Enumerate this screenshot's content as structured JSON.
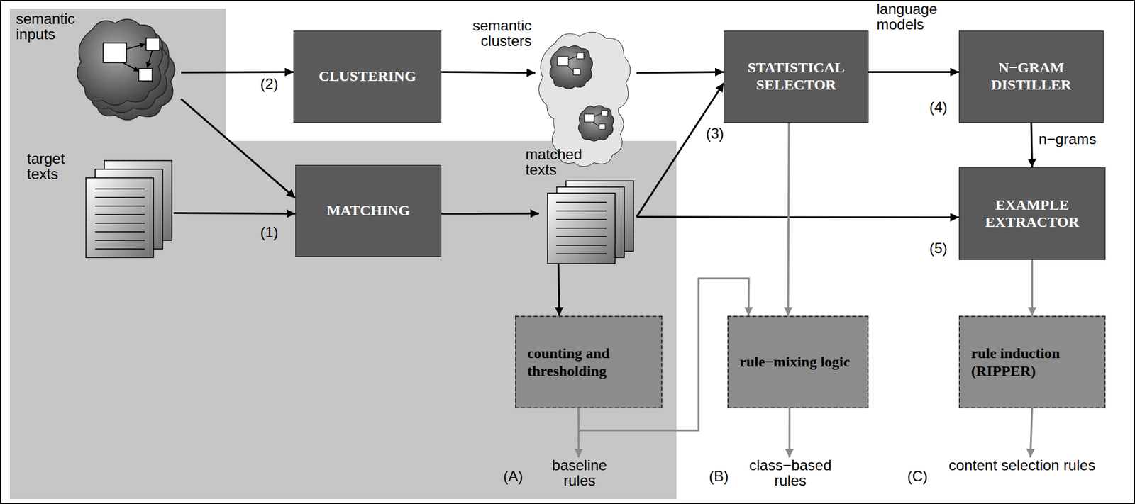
{
  "diagram": {
    "nodes": [
      {
        "text": [
          "semantic inputs"
        ]
      },
      {
        "text": [
          "CLUSTERING"
        ]
      },
      {
        "text": [
          "semantic clusters"
        ]
      },
      {
        "text": [
          "STATISTICAL SELECTOR"
        ]
      },
      {
        "text": [
          "N−GRAM DISTILLER"
        ]
      },
      {
        "text": [
          "target texts"
        ]
      },
      {
        "text": [
          "MATCHING"
        ]
      },
      {
        "text": [
          "matched texts"
        ]
      },
      {
        "text": [
          "EXAMPLE EXTRACTOR"
        ]
      },
      {
        "text": [
          "counting and thresholding"
        ]
      },
      {
        "text": [
          "rule−mixing logic"
        ]
      },
      {
        "text": [
          "rule induction (RIPPER)"
        ]
      },
      {
        "text": [
          "baseline rules"
        ]
      },
      {
        "text": [
          "class−based rules"
        ]
      },
      {
        "text": [
          "content selection rules"
        ]
      }
    ],
    "edges": [
      {
        "from": 0,
        "to": 1,
        "arrow": "to"
      },
      {
        "from": 0,
        "to": 6,
        "arrow": "to"
      },
      {
        "from": 5,
        "to": 6,
        "arrow": "to"
      },
      {
        "from": 1,
        "to": 2,
        "arrow": "to"
      },
      {
        "from": 6,
        "to": 7,
        "arrow": "to"
      },
      {
        "from": 2,
        "to": 3,
        "arrow": "to"
      },
      {
        "from": 7,
        "to": 3,
        "arrow": "to"
      },
      {
        "from": 3,
        "to": 4,
        "label": "language models",
        "arrow": "to"
      },
      {
        "from": 4,
        "to": 8,
        "label": "n−grams",
        "arrow": "to"
      },
      {
        "from": 7,
        "to": 8,
        "arrow": "to"
      },
      {
        "from": 7,
        "to": 9,
        "arrow": "to"
      },
      {
        "from": 3,
        "to": 10,
        "arrow": "to"
      },
      {
        "from": 8,
        "to": 11,
        "arrow": "to"
      },
      {
        "from": 9,
        "to": 12,
        "arrow": "to"
      },
      {
        "from": 9,
        "to": 10,
        "arrow": "to"
      },
      {
        "from": 10,
        "to": 13,
        "arrow": "to"
      },
      {
        "from": 11,
        "to": 14,
        "arrow": "to"
      }
    ],
    "labels": [
      "(2)",
      "(1)",
      "(3)",
      "(4)",
      "(5)",
      "(A)",
      "(B)",
      "(C)"
    ]
  }
}
